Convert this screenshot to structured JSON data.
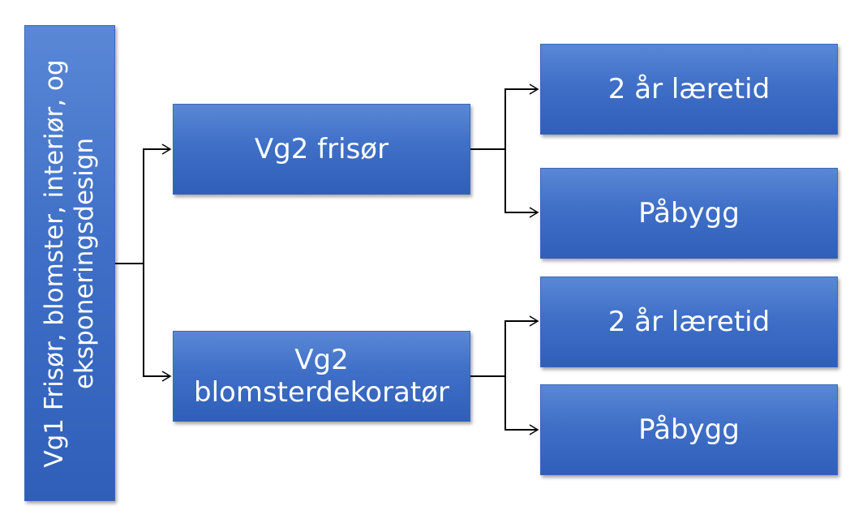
{
  "diagram": {
    "root": {
      "label": "Vg1 Frisør, blomster, interiør, og eksponeringsdesign"
    },
    "branches": [
      {
        "label": "Vg2 frisør",
        "children": [
          {
            "label": "2 år læretid"
          },
          {
            "label": "Påbygg"
          }
        ]
      },
      {
        "label": "Vg2\nblomsterdekoratør",
        "children": [
          {
            "label": "2 år læretid"
          },
          {
            "label": "Påbygg"
          }
        ]
      }
    ]
  },
  "colors": {
    "box_fill": "#4472c4",
    "box_text": "#ffffff",
    "connector": "#000000"
  }
}
